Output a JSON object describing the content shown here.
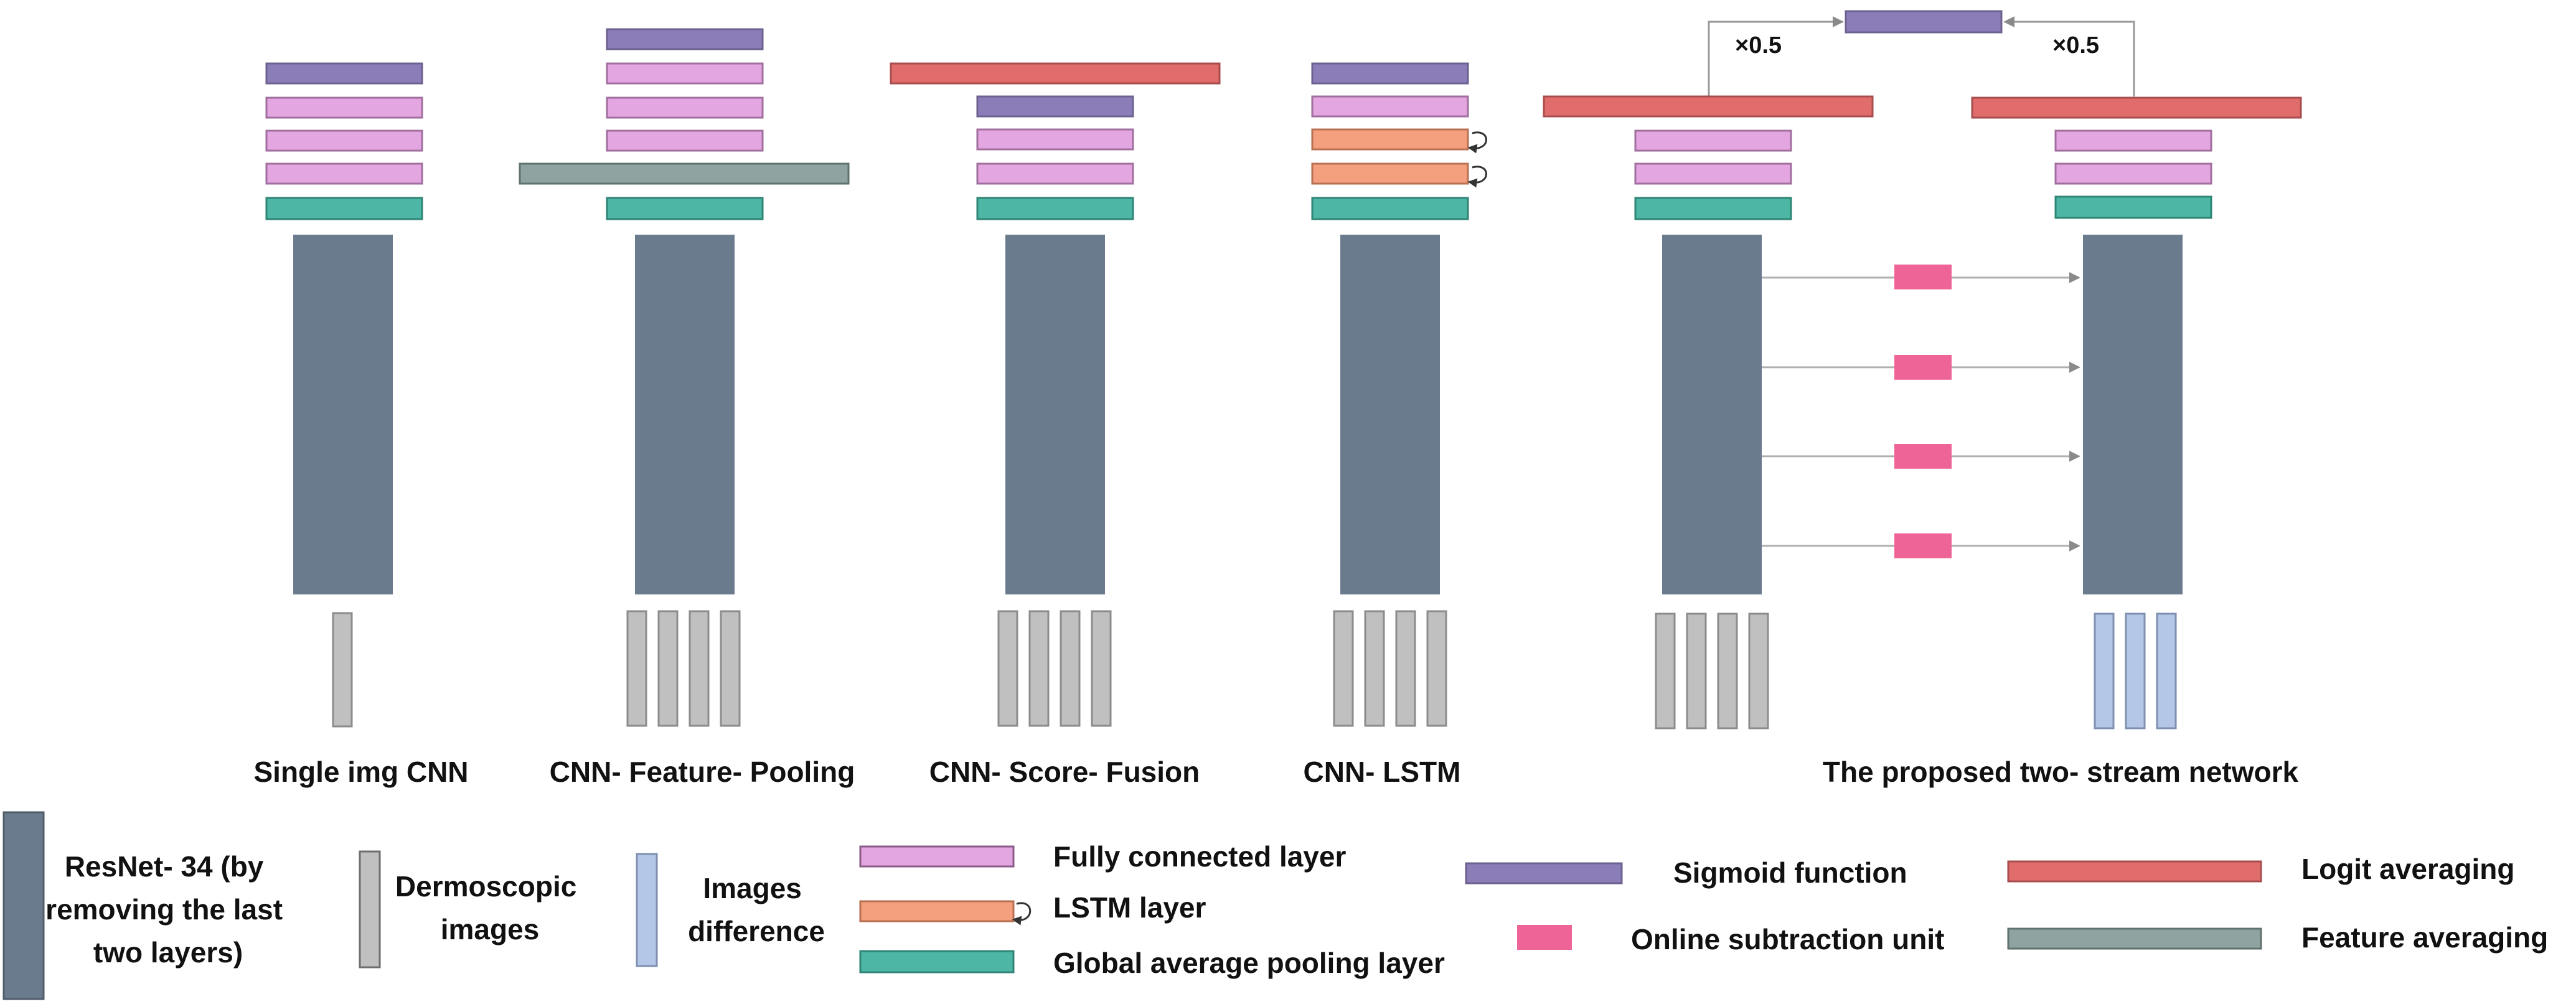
{
  "architectures": [
    {
      "caption": "Single img CNN"
    },
    {
      "caption": "CNN- Feature- Pooling"
    },
    {
      "caption": "CNN- Score- Fusion"
    },
    {
      "caption": "CNN- LSTM"
    },
    {
      "caption": "The proposed two- stream network"
    }
  ],
  "weights": {
    "left": "×0.5",
    "right": "×0.5"
  },
  "legend": {
    "resnet": {
      "lines": [
        "ResNet- 34 (by",
        "removing the last",
        "two layers)"
      ]
    },
    "dermoscopic": {
      "lines": [
        "Dermoscopic",
        "images"
      ]
    },
    "difference": {
      "lines": [
        "Images",
        "difference"
      ]
    },
    "fully_connected": "Fully connected layer",
    "lstm": "LSTM layer",
    "gap": "Global average pooling layer",
    "sigmoid": "Sigmoid function",
    "subtraction": "Online subtraction unit",
    "logit_avg": "Logit averaging",
    "feature_avg": "Feature averaging"
  },
  "colors": {
    "resnet": "#6b7b8e",
    "image": "#c0c0c0",
    "difference": "#b4c7e7",
    "fully_connected": "#e4a6e1",
    "lstm": "#f4a07e",
    "gap": "#4db6a4",
    "sigmoid": "#8b7db8",
    "subtraction": "#ef6497",
    "logit_avg": "#e06c6c",
    "feature_avg": "#8fa3a0",
    "arrow": "#999999"
  }
}
